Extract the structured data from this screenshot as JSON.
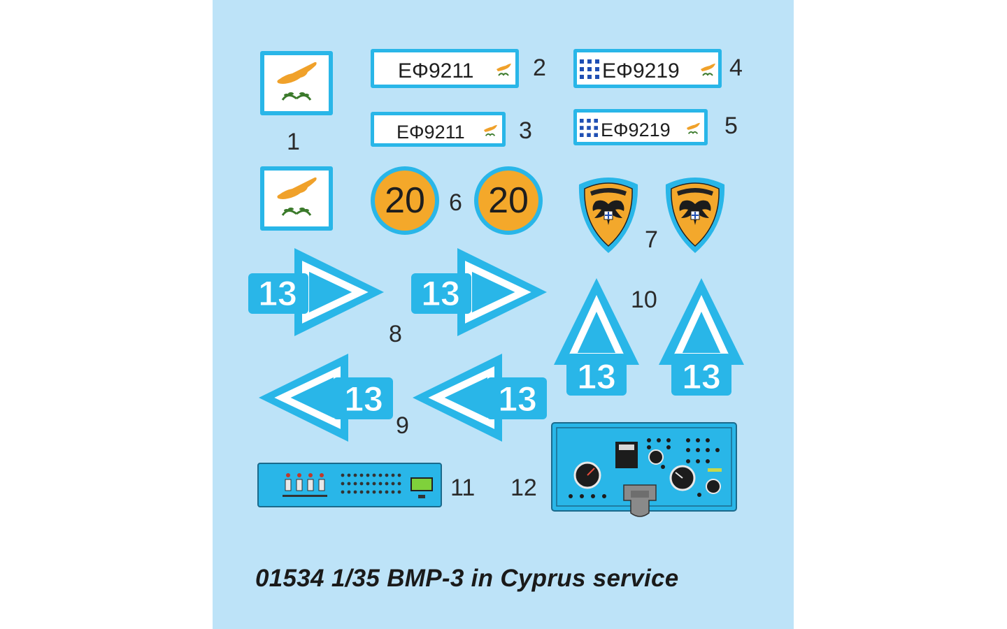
{
  "title": "01534 1/35 BMP-3 in Cyprus service",
  "decal_numbers": [
    "1",
    "2",
    "3",
    "4",
    "5",
    "6",
    "7",
    "8",
    "9",
    "10",
    "11",
    "12"
  ],
  "plates": {
    "plate_2": "ΕΦ9211",
    "plate_3": "ΕΦ9211",
    "plate_4": "ΕΦ9219",
    "plate_5": "ΕΦ9219"
  },
  "roundel_value": "20",
  "chevron_value": "13",
  "colors": {
    "sheet_background": "#bde3f8",
    "decal_blue": "#29b6e8",
    "orange": "#f4a82a",
    "text": "#1e1e1e",
    "greek_blue": "#1f4fb4"
  },
  "icons": {
    "flag": "cyprus-flag-icon",
    "emblem": "double-headed-eagle-shield-icon",
    "plate_flag": "greek-flag-icon",
    "plate_island": "cyprus-island-icon"
  }
}
